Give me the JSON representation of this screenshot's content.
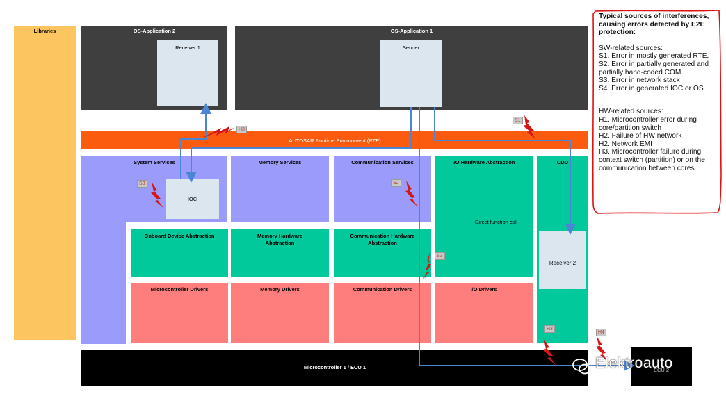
{
  "blocks": {
    "libraries": "Libraries",
    "os_app2": "OS-Application 2",
    "os_app1": "OS-Application 1",
    "receiver1": "Receiver 1",
    "sender": "Sender",
    "rte": "AUTOSAR Runtime Environment (RTE)",
    "system_services": "System Services",
    "memory_services": "Memory Services",
    "communication_services": "Communication Services",
    "io_hw_abstraction": "I/O Hardware Abstraction",
    "cdd": "CDD",
    "ioc": "IOC",
    "direct_function_call": "Direct function call",
    "onboard_device_abstraction": "Onboard Device Abstraction",
    "memory_hw_abstraction": "Memory Hardware Abstraction",
    "communication_hw_abstraction": "Communication Hardware Abstraction",
    "receiver2": "Receiver 2",
    "microcontroller_drivers": "Microcontroller Drivers",
    "memory_drivers": "Memory Drivers",
    "communication_drivers": "Communication Drivers",
    "io_drivers": "I/O Drivers",
    "mcu1": "Microcontroller 1 / ECU 1",
    "ecu2": "ECU 2"
  },
  "fault_tags": {
    "h3_rte": "H3",
    "s1": "S1",
    "s3_ioc": "S3",
    "s2": "S2",
    "s3_comm": "S3",
    "h3_cdd": "H3",
    "h4": "H4"
  },
  "legend": {
    "title": "Typical sources of interferences, causing errors detected by E2E protection:",
    "sw_heading": "SW-related sources:",
    "sw_items": [
      "S1. Error in mostly generated RTE,",
      "S2. Error in partially generated and partially hand-coded COM",
      "S3. Error in network stack",
      "S4. Error in generated IOC or OS"
    ],
    "hw_heading": "HW-related sources:",
    "hw_items": [
      "H1. Microcontroller error during core/partition switch",
      "H2. Failure of HW network",
      "H2. Network EMI",
      "H3. Microcontroller failure during context switch (partition) or on the communication between cores"
    ]
  },
  "watermark": "Elektroauto",
  "colors": {
    "dark_app": "#3f3f3f",
    "rte": "#fa5b0f",
    "services": "#9b9bfb",
    "abstraction": "#02c99b",
    "drivers": "#fe7d7d",
    "libraries": "#fcc55f",
    "component": "#dbe6ef",
    "signal_path": "#4a86d4",
    "fault": "#d41616",
    "legend_border": "#e01010"
  }
}
